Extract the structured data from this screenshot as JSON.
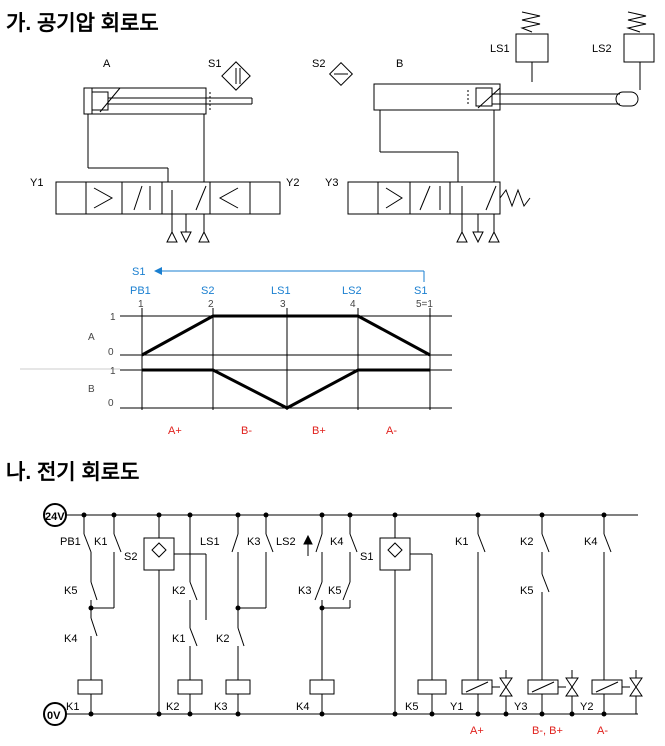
{
  "section_a": {
    "title": "가. 공기압 회로도",
    "cylinder_a": "A",
    "cylinder_b": "B",
    "sensor_s1": "S1",
    "sensor_s2": "S2",
    "limit_ls1": "LS1",
    "limit_ls2": "LS2",
    "valve_y1": "Y1",
    "valve_y2": "Y2",
    "valve_y3": "Y3"
  },
  "timing": {
    "return_signal": "S1",
    "signals": [
      "PB1",
      "S2",
      "LS1",
      "LS2",
      "S1"
    ],
    "steps": [
      "1",
      "2",
      "3",
      "4",
      "5=1"
    ],
    "row_a": "A",
    "row_b": "B",
    "level_1": "1",
    "level_0": "0",
    "motions": [
      "A+",
      "B-",
      "B+",
      "A-"
    ]
  },
  "section_b": {
    "title": "나. 전기 회로도",
    "rail_24v": "24V",
    "rail_0v": "0V",
    "contacts": {
      "pb1": "PB1",
      "k1a": "K1",
      "k5a": "K5",
      "k4a": "K4",
      "s2": "S2",
      "k2a": "K2",
      "k1b": "K1",
      "ls1": "LS1",
      "k3a": "K3",
      "k2b": "K2",
      "ls2": "LS2",
      "k4b": "K4",
      "k3b": "K3",
      "k5b": "K5",
      "s1": "S1",
      "k1c": "K1",
      "k2c": "K2",
      "k5c": "K5",
      "k4c": "K4"
    },
    "coils": [
      "K1",
      "K2",
      "K3",
      "K4",
      "K5",
      "Y1",
      "Y3",
      "Y2"
    ],
    "outputs": [
      "A+",
      "B-, B+",
      "A-"
    ]
  },
  "colors": {
    "blue": "#1a7fd0",
    "red": "#e0201c"
  }
}
